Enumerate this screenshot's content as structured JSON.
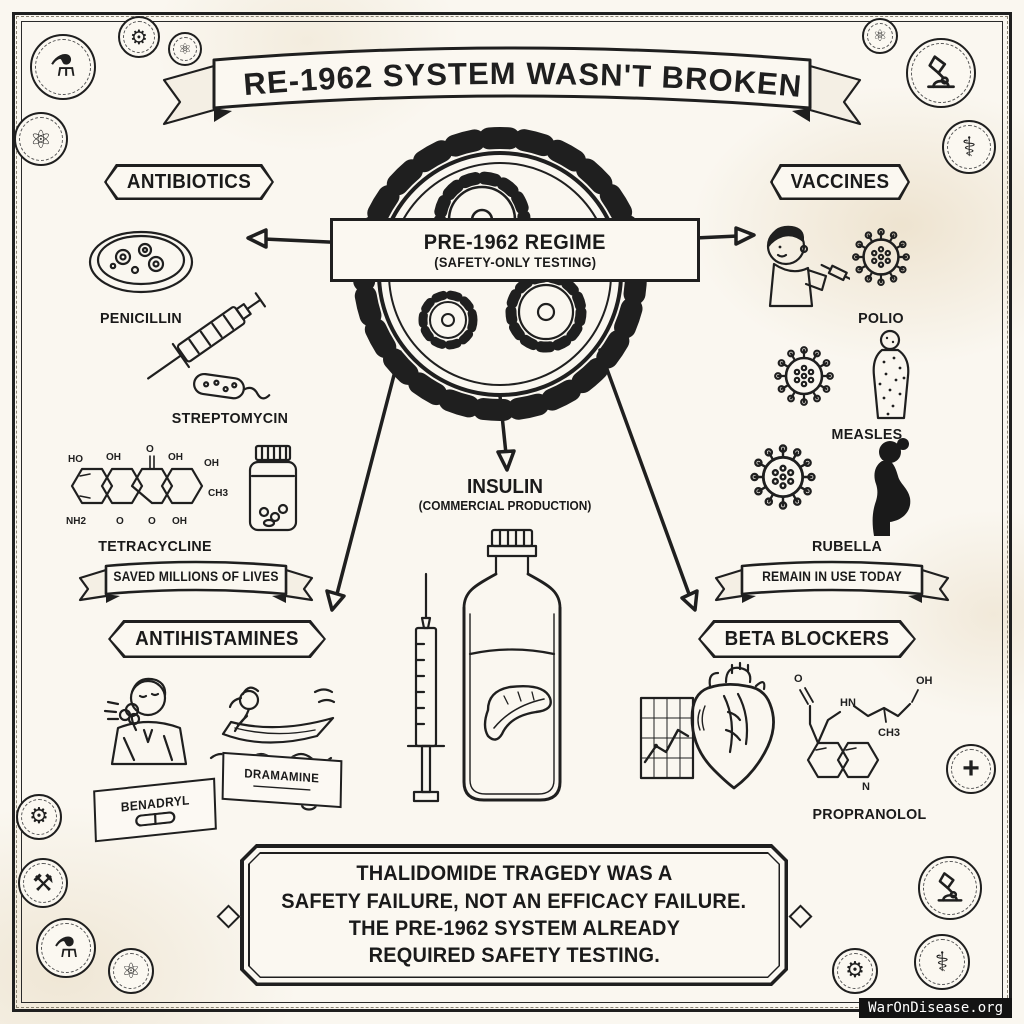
{
  "title": "PRE-1962 SYSTEM WASN'T BROKEN",
  "hub": {
    "title": "PRE-1962 REGIME",
    "subtitle": "(SAFETY-ONLY TESTING)"
  },
  "sections": {
    "antibiotics": {
      "label": "ANTIBIOTICS"
    },
    "vaccines": {
      "label": "VACCINES"
    },
    "antihistamines": {
      "label": "ANTIHISTAMINES"
    },
    "beta_blockers": {
      "label": "BETA BLOCKERS"
    }
  },
  "items": {
    "penicillin": "PENICILLIN",
    "streptomycin": "STREPTOMYCIN",
    "tetracycline": "TETRACYCLINE",
    "polio": "POLIO",
    "measles": "MEASLES",
    "rubella": "RUBELLA",
    "insulin": "INSULIN",
    "insulin_sub": "(COMMERCIAL PRODUCTION)",
    "benadryl": "BENADRYL",
    "dramamine": "DRAMAMINE",
    "propranolol": "PROPRANOLOL"
  },
  "ribbons": {
    "left": "SAVED MILLIONS OF LIVES",
    "right": "REMAIN IN USE TODAY"
  },
  "footer": {
    "line1": "THALIDOMIDE TRAGEDY WAS A",
    "line2": "SAFETY FAILURE, NOT AN EFFICACY FAILURE.",
    "line3": "THE PRE-1962 SYSTEM ALREADY",
    "line4": "REQUIRED SAFETY TESTING."
  },
  "chem": {
    "tetracycline": {
      "t1": "HO",
      "t2": "OH",
      "t3": "O",
      "t4": "OH",
      "t5": "OH",
      "t6": "NH2",
      "t7": "O",
      "t8": "O",
      "t9": "OH",
      "t10": "CH3"
    },
    "propranolol": {
      "l1": "O",
      "l2": "HN",
      "l3": "CH3",
      "l4": "OH",
      "l5": "N"
    }
  },
  "border_icons": {
    "top_left": "flask",
    "top_gear": "gear",
    "top_atom": "atom",
    "top_right_atom": "atom",
    "top_right": "microscope",
    "right_caduceus": "caduceus",
    "left_atom": "atom",
    "left_gear": "gear",
    "bottom_left_wrench": "wrench",
    "bottom_left_flask": "flask",
    "bottom_left_atom": "atom",
    "bottom_right_cross": "medical-cross",
    "bottom_right_microscope": "microscope",
    "bottom_right_caduceus": "caduceus",
    "bottom_gear": "gear"
  },
  "watermark": "WarOnDisease.org"
}
